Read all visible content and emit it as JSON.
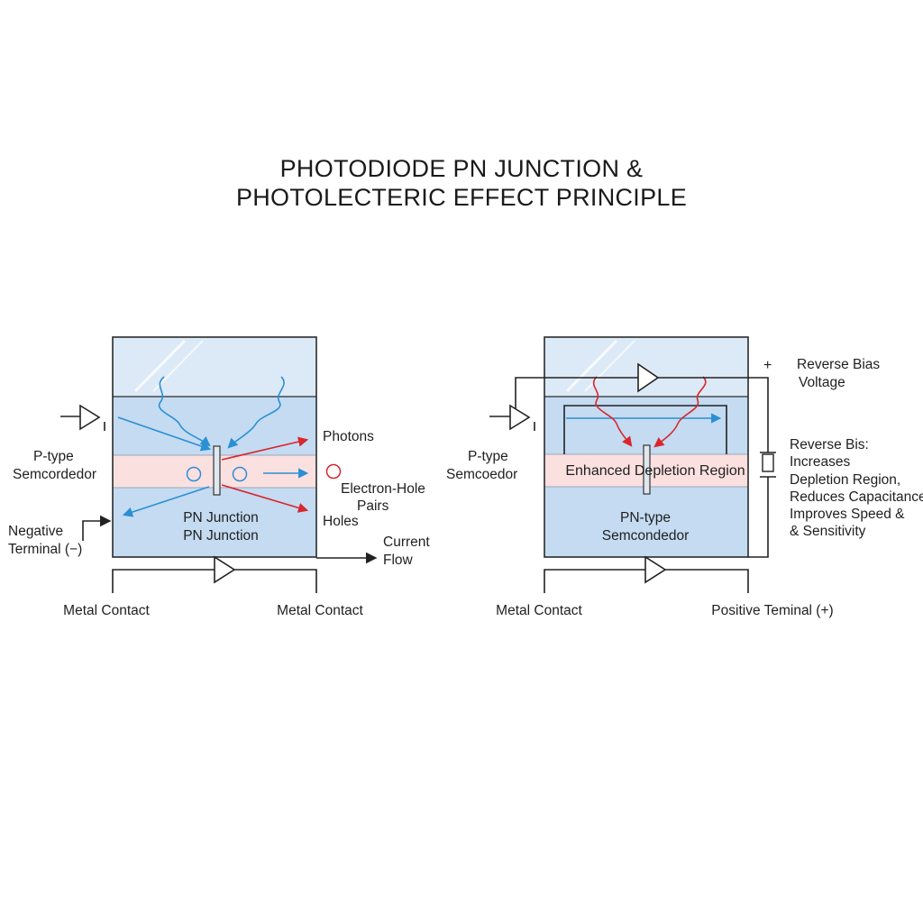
{
  "title": {
    "line1": "PHOTODIODE PN JUNCTION &",
    "line2": "PHOTOLECTERIC EFFECT PRINCIPLE"
  },
  "left_panel": {
    "p_type": "P-type",
    "p_type_material": "Semcordedor",
    "photons": "Photons",
    "electron_hole_line1": "Electron-Hole",
    "electron_hole_line2": "Pairs",
    "holes": "Holes",
    "pn_junction_1": "PN Junction",
    "pn_junction_2": "PN Junction",
    "negative_line1": "Negative",
    "negative_line2": "Terminal (−)",
    "current_line1": "Current",
    "current_line2": "Flow",
    "contact_left": "Metal Contact",
    "contact_right": "Metal Contact"
  },
  "right_panel": {
    "p_type": "P-type",
    "p_type_material": "Semcoedor",
    "depletion": "Enhanced Depletion Region",
    "n_type": "PN-type",
    "n_type_material": "Semcondedor",
    "plus_sign": "+",
    "reverse_bias_line1": "Reverse Bias",
    "reverse_bias_line2": "Voltage",
    "note_line1": "Reverse Bis:",
    "note_line2": "Increases",
    "note_line3": "Depletion Region,",
    "note_line4": "Reduces Capacitance",
    "note_line5": "Improves Speed &",
    "note_line6": "& Sensitivity",
    "contact_left": "Metal Contact",
    "contact_right": "Positive Teminal (+)"
  },
  "colors": {
    "glass": "#dce9f6",
    "body": "#c4dbf1",
    "depletion": "#fbe0e0",
    "photon_blue": "#2a8fd4",
    "electron_red": "#d9262c",
    "line": "#222222"
  }
}
